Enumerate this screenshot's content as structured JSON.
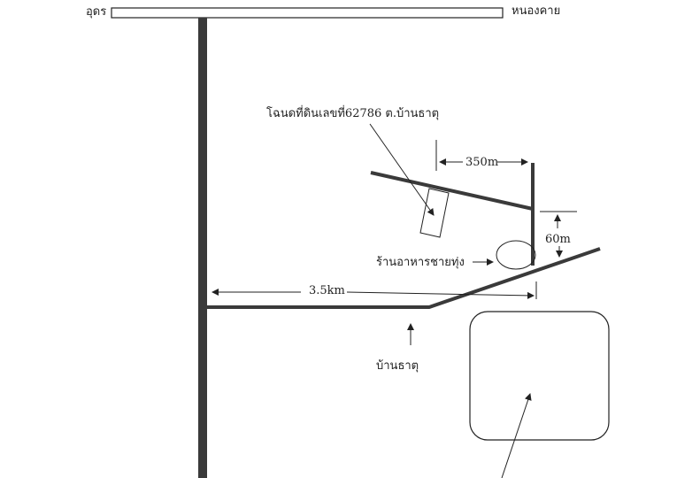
{
  "top_road": {
    "left_label": "อุดร",
    "right_label": "หนองคาย"
  },
  "labels": {
    "land_deed": "โฉนดที่ดินเลขที่62786 ต.บ้านธาตุ",
    "dist_350": "350m",
    "dist_60": "60m",
    "restaurant": "ร้านอาหารชายทุ่ง",
    "dist_3_5": "3.5km",
    "village": "บ้านธาตุ"
  },
  "colors": {
    "road": "#3a3a3a",
    "line": "#222222",
    "background": "#ffffff"
  }
}
